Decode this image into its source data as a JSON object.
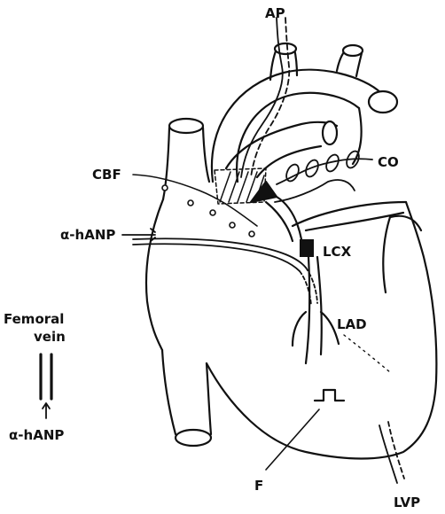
{
  "labels": {
    "ap": "AP",
    "co": "CO",
    "cbf": "CBF",
    "anp_top": "α-hANP",
    "lcx": "LCX",
    "lad": "LAD",
    "femoral": "Femoral",
    "vein": "vein",
    "anp_bottom": "α-hANP",
    "f": "F",
    "lvp": "LVP"
  },
  "colors": {
    "ink": "#111111",
    "paper": "#ffffff"
  }
}
